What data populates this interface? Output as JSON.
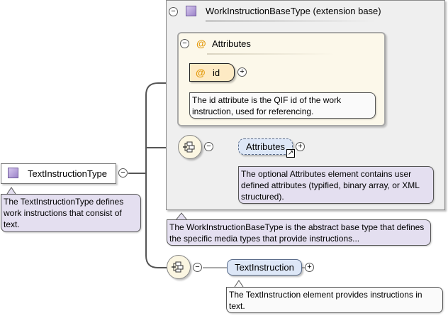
{
  "root": {
    "name": "TextInstructionType",
    "note": "The TextInstructionType defines work instructions that consist of text."
  },
  "base": {
    "title": "WorkInstructionBaseType (extension base)",
    "note": "The WorkInstructionBaseType is the abstract base type that defines the specific media types that provide instructions...",
    "attributes_group": {
      "title": "Attributes",
      "id_attribute": {
        "name": "id",
        "note": "The id attribute is the QIF id of the work instruction, used for referencing."
      }
    },
    "attributes_element": {
      "name": "Attributes",
      "note": "The optional Attributes element contains user defined attributes (typified, binary array, or XML structured)."
    }
  },
  "text_instruction": {
    "name": "TextInstruction",
    "note": "The TextInstruction element provides instructions in text."
  },
  "symbols": {
    "collapse": "−",
    "expand": "+",
    "attribute": "@"
  }
}
